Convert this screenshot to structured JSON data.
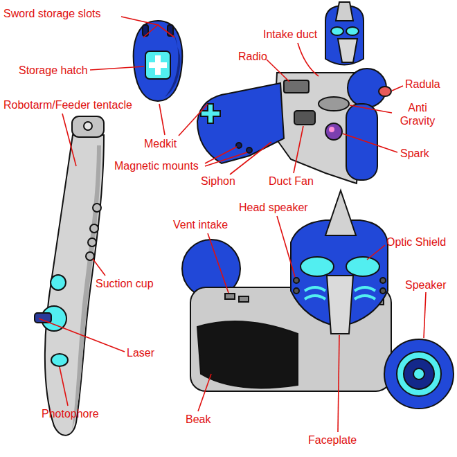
{
  "diagram": {
    "labels": [
      "Sword storage slots",
      "Intake duct",
      "Radio",
      "Storage hatch",
      "Radula",
      "Robotarm/Feeder tentacle",
      "Anti Gravity",
      "Medkit",
      "Spark",
      "Magnetic mounts",
      "Siphon",
      "Duct Fan",
      "Head speaker",
      "Vent intake",
      "Optic Shield",
      "Speaker",
      "Suction cup",
      "Laser",
      "Photophore",
      "Beak",
      "Faceplate"
    ]
  }
}
